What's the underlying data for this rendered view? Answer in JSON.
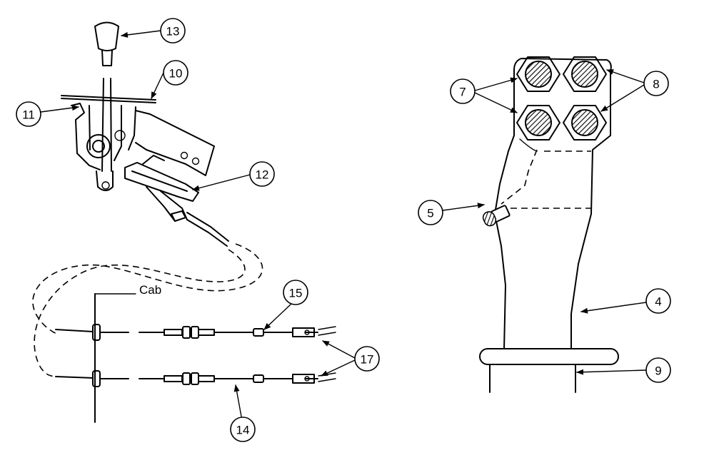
{
  "diagram": {
    "callouts": {
      "c13": "13",
      "c10": "10",
      "c11": "11",
      "c12": "12",
      "c15": "15",
      "c17": "17",
      "c14": "14",
      "c7": "7",
      "c8": "8",
      "c5": "5",
      "c4": "4",
      "c9": "9"
    },
    "labels": {
      "cab": "Cab"
    }
  }
}
